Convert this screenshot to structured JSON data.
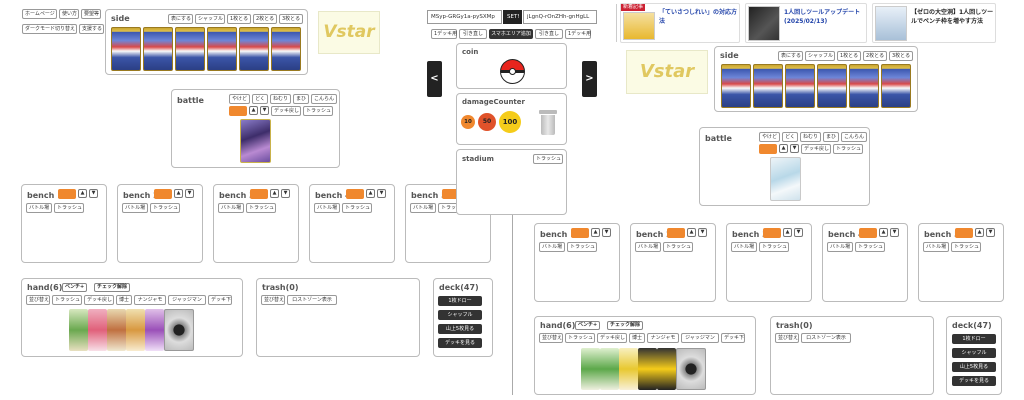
{
  "nav": {
    "buttons": [
      "ホームページ",
      "使い方",
      "要望等",
      "ダークモード切り替え",
      "支援する"
    ]
  },
  "opponent": {
    "side": {
      "title": "side",
      "buttons": [
        "表にする",
        "シャッフル",
        "1枚とる",
        "2枚とる",
        "3枚とる"
      ]
    },
    "vstar": "Vstar",
    "battle": {
      "title": "battle",
      "status": [
        "やけど",
        "どく",
        "ねむり",
        "まひ",
        "こんらん"
      ],
      "actions": [
        "デッキ戻し",
        "トラッシュ"
      ]
    },
    "bench": [
      {
        "title": "bench 1",
        "actions": [
          "バトル場",
          "トラッシュ"
        ]
      },
      {
        "title": "bench 2",
        "actions": [
          "バトル場",
          "トラッシュ"
        ]
      },
      {
        "title": "bench 3",
        "actions": [
          "バトル場",
          "トラッシュ"
        ]
      },
      {
        "title": "bench 4",
        "actions": [
          "バトル場",
          "トラッシュ"
        ]
      },
      {
        "title": "bench 5",
        "actions": [
          "バトル場",
          "トラッシュ"
        ]
      }
    ],
    "hand": {
      "title": "hand(6)",
      "tag1": "ベンチ+",
      "tag2": "チェック解除",
      "actions": [
        "並び替え",
        "トラッシュ",
        "デッキ戻し",
        "博士",
        "ナンジャモ",
        "ジャッジマン",
        "デッキ下"
      ]
    },
    "trash": {
      "title": "trash(0)",
      "actions": [
        "並び替え",
        "ロストゾーン表示"
      ]
    },
    "deck": {
      "title": "deck(47)",
      "actions": [
        "1枚ドロー",
        "シャッフル",
        "山上5枚見る",
        "デッキを見る"
      ]
    }
  },
  "center": {
    "code_left": "MSyp-GRGy1a-pySXMp",
    "set_label": "SET!",
    "code_right": "jLgnQ-rOnZHh-gnHgLL",
    "row2": [
      "1デッキ用",
      "引き直し",
      "スマホエリア追加",
      "引き直し",
      "1デッキ用"
    ],
    "coin_title": "coin",
    "damage_title": "damageCounter",
    "counters": [
      "10",
      "50",
      "100"
    ],
    "stadium_title": "stadium",
    "stadium_trash": "トラッシュ",
    "prev": "<",
    "next": ">"
  },
  "articles": {
    "badge": "新着記事",
    "items": [
      {
        "title": "「ていさつしれい」の対応方法"
      },
      {
        "title": "1人回しツールアップデート (2025/02/13)"
      },
      {
        "title": "【ゼロの大空洞】1人回しツールでベンチ枠を増やす方法"
      }
    ]
  },
  "player": {
    "vstar": "Vstar",
    "side": {
      "title": "side",
      "buttons": [
        "表にする",
        "シャッフル",
        "1枚とる",
        "2枚とる",
        "3枚とる"
      ]
    },
    "battle": {
      "title": "battle",
      "status": [
        "やけど",
        "どく",
        "ねむり",
        "まひ",
        "こんらん"
      ],
      "actions": [
        "デッキ戻し",
        "トラッシュ"
      ]
    },
    "bench": [
      {
        "title": "bench 1",
        "actions": [
          "バトル場",
          "トラッシュ"
        ]
      },
      {
        "title": "bench 2",
        "actions": [
          "バトル場",
          "トラッシュ"
        ]
      },
      {
        "title": "bench 3",
        "actions": [
          "バトル場",
          "トラッシュ"
        ]
      },
      {
        "title": "bench 4",
        "actions": [
          "バトル場",
          "トラッシュ"
        ]
      },
      {
        "title": "bench 5",
        "actions": [
          "バトル場",
          "トラッシュ"
        ]
      }
    ],
    "hand": {
      "title": "hand(6)",
      "tag1": "ベンチ+",
      "tag2": "チェック解除",
      "actions": [
        "並び替え",
        "トラッシュ",
        "デッキ戻し",
        "博士",
        "ナンジャモ",
        "ジャッジマン",
        "デッキ下"
      ]
    },
    "trash": {
      "title": "trash(0)",
      "actions": [
        "並び替え",
        "ロストゾーン表示"
      ]
    },
    "deck": {
      "title": "deck(47)",
      "actions": [
        "1枚ドロー",
        "シャッフル",
        "山上5枚見る",
        "デッキを見る"
      ]
    }
  },
  "colors": {
    "orange": "#f0882e",
    "counter10": "#f0882e",
    "counter50": "#e0522a",
    "counter100": "#f5cc1a",
    "dark": "#333333"
  }
}
